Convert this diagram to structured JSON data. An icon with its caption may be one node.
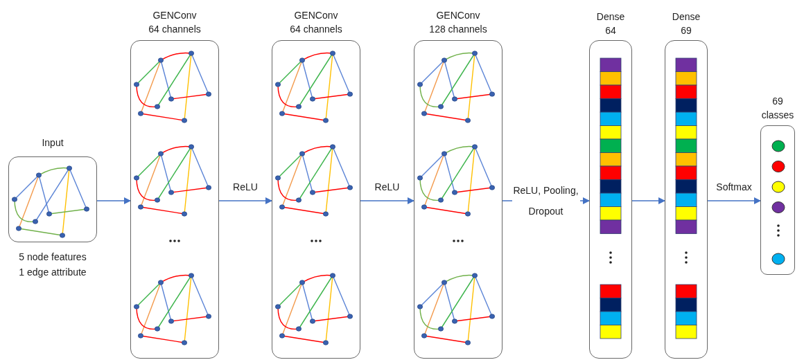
{
  "diagram": {
    "nodes": [
      {
        "text": [
          "Input"
        ],
        "beside": [
          "5 node features 1 edge attribute"
        ]
      },
      {
        "text": [
          "GENConv 64 channels"
        ]
      },
      {
        "text": [
          "GENConv 64 channels"
        ]
      },
      {
        "text": [
          "GENConv 128 channels"
        ]
      },
      {
        "text": [
          "Dense 64"
        ]
      },
      {
        "text": [
          "Dense 69"
        ]
      },
      {
        "text": [
          "69 classes"
        ]
      }
    ],
    "edges": [
      {
        "from": 0,
        "to": 1,
        "arrow": "to"
      },
      {
        "from": 1,
        "to": 2,
        "arrow": "to",
        "label": "ReLU"
      },
      {
        "from": 2,
        "to": 3,
        "arrow": "to",
        "label": "ReLU"
      },
      {
        "from": 3,
        "to": 4,
        "arrow": "to",
        "label": "ReLU, Pooling, Dropout"
      },
      {
        "from": 4,
        "to": 5,
        "arrow": "to"
      },
      {
        "from": 5,
        "to": 6,
        "arrow": "to",
        "label": "Softmax"
      }
    ]
  }
}
